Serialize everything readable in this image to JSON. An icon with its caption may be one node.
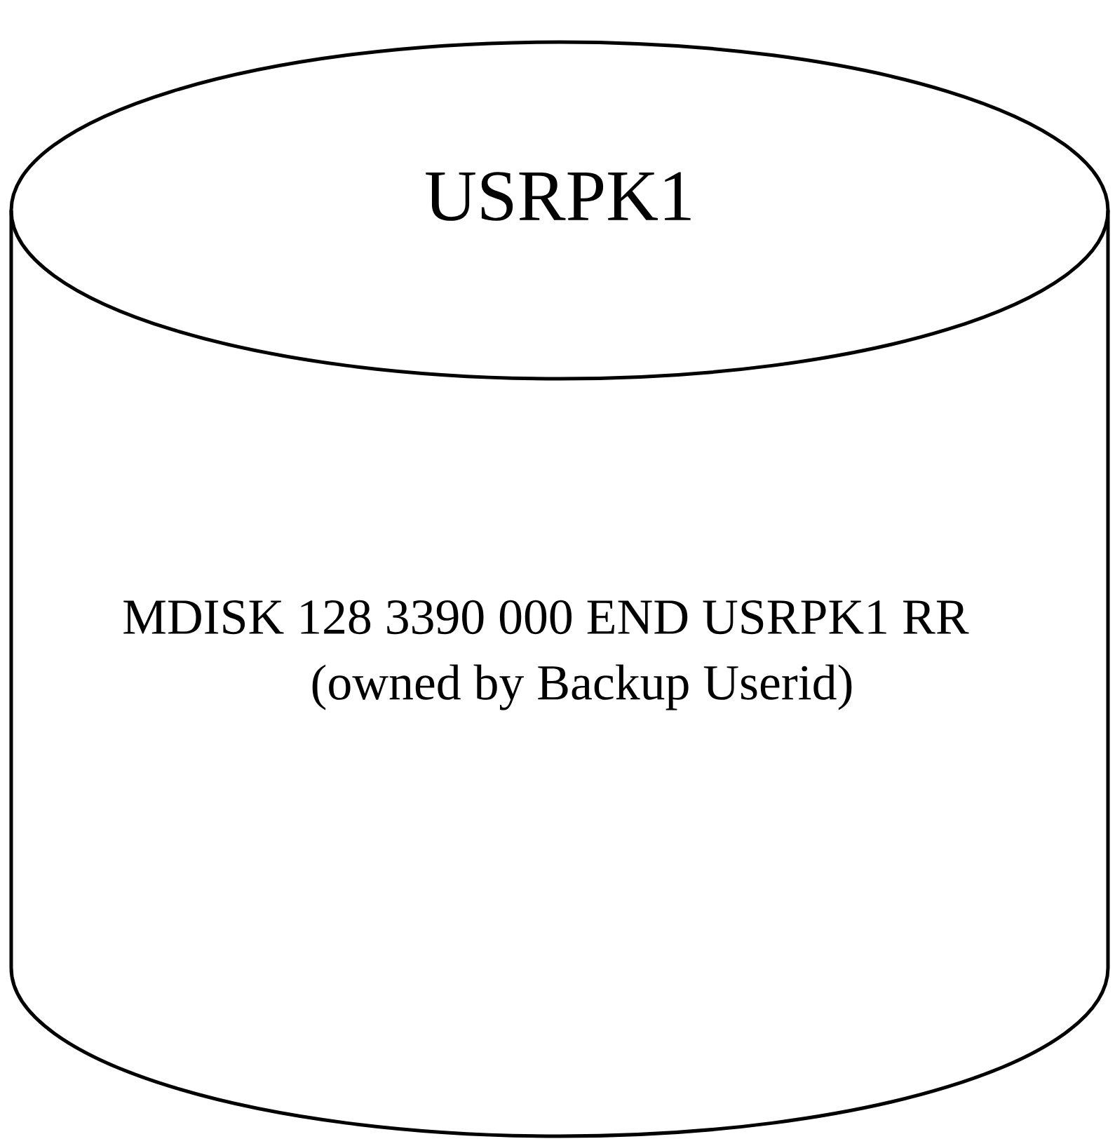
{
  "diagram": {
    "nodes": [
      {
        "text": [
          "USRPK1",
          "MDISK 128 3390 000 END USRPK1 RR",
          "(owned by Backup Userid)"
        ]
      }
    ]
  }
}
